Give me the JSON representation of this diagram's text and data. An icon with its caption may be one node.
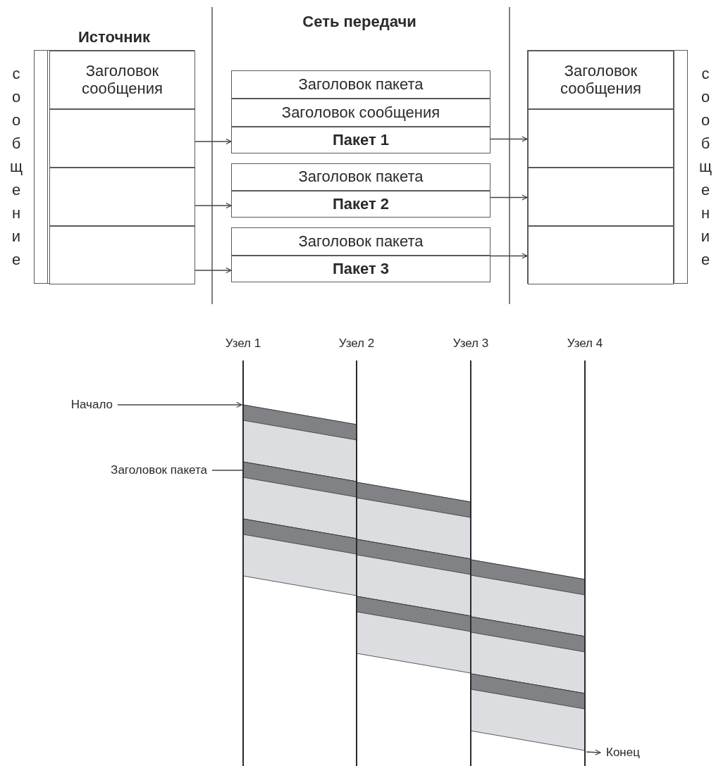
{
  "diagram": {
    "nodes": [
      {
        "text": [
          "Источник"
        ],
        "beside": [
          "сообщение"
        ]
      },
      {
        "text": [
          "Заголовок сообщения"
        ],
        "in": 0
      },
      {
        "text": [],
        "shape": "box",
        "in": 0
      },
      {
        "text": [],
        "shape": "box",
        "in": 0
      },
      {
        "text": [],
        "shape": "box",
        "in": 0
      },
      {
        "text": [
          "Заголовок пакета"
        ]
      },
      {
        "text": [
          "Заголовок сообщения"
        ]
      },
      {
        "text": [
          "Пакет 1"
        ]
      },
      {
        "text": [
          "Заголовок пакета"
        ]
      },
      {
        "text": [
          "Пакет 2"
        ]
      },
      {
        "text": [
          "Заголовок пакета"
        ]
      },
      {
        "text": [
          "Пакет 3"
        ]
      },
      {
        "text": [],
        "shape": "box",
        "beside": [
          "сообщение"
        ]
      },
      {
        "text": [
          "Заголовок сообщения"
        ],
        "in": 12
      },
      {
        "text": [],
        "shape": "box",
        "in": 12
      },
      {
        "text": [],
        "shape": "box",
        "in": 12
      },
      {
        "text": [],
        "shape": "box",
        "in": 12
      },
      {
        "text": [
          "Начало"
        ]
      },
      {
        "text": [
          "Заголовок пакета"
        ]
      },
      {
        "text": [
          "Конец"
        ]
      }
    ],
    "edges": [
      {
        "from": 2,
        "to": 7,
        "arrow": "to"
      },
      {
        "from": 3,
        "to": 9,
        "arrow": "to"
      },
      {
        "from": 4,
        "to": 11,
        "arrow": "to"
      },
      {
        "from": 7,
        "to": 14,
        "arrow": "to"
      },
      {
        "from": 9,
        "to": 15,
        "arrow": "to"
      },
      {
        "from": 11,
        "to": 16,
        "arrow": "to"
      },
      {
        "from": 17,
        "to": null,
        "arrow": "to"
      },
      {
        "from": 18,
        "to": null,
        "arrow": "none"
      },
      {
        "from": null,
        "to": 19,
        "arrow": "to"
      }
    ],
    "labels": [
      "Сеть передачи",
      "Узел 1",
      "Узел 2",
      "Узел 3",
      "Узел 4"
    ]
  }
}
